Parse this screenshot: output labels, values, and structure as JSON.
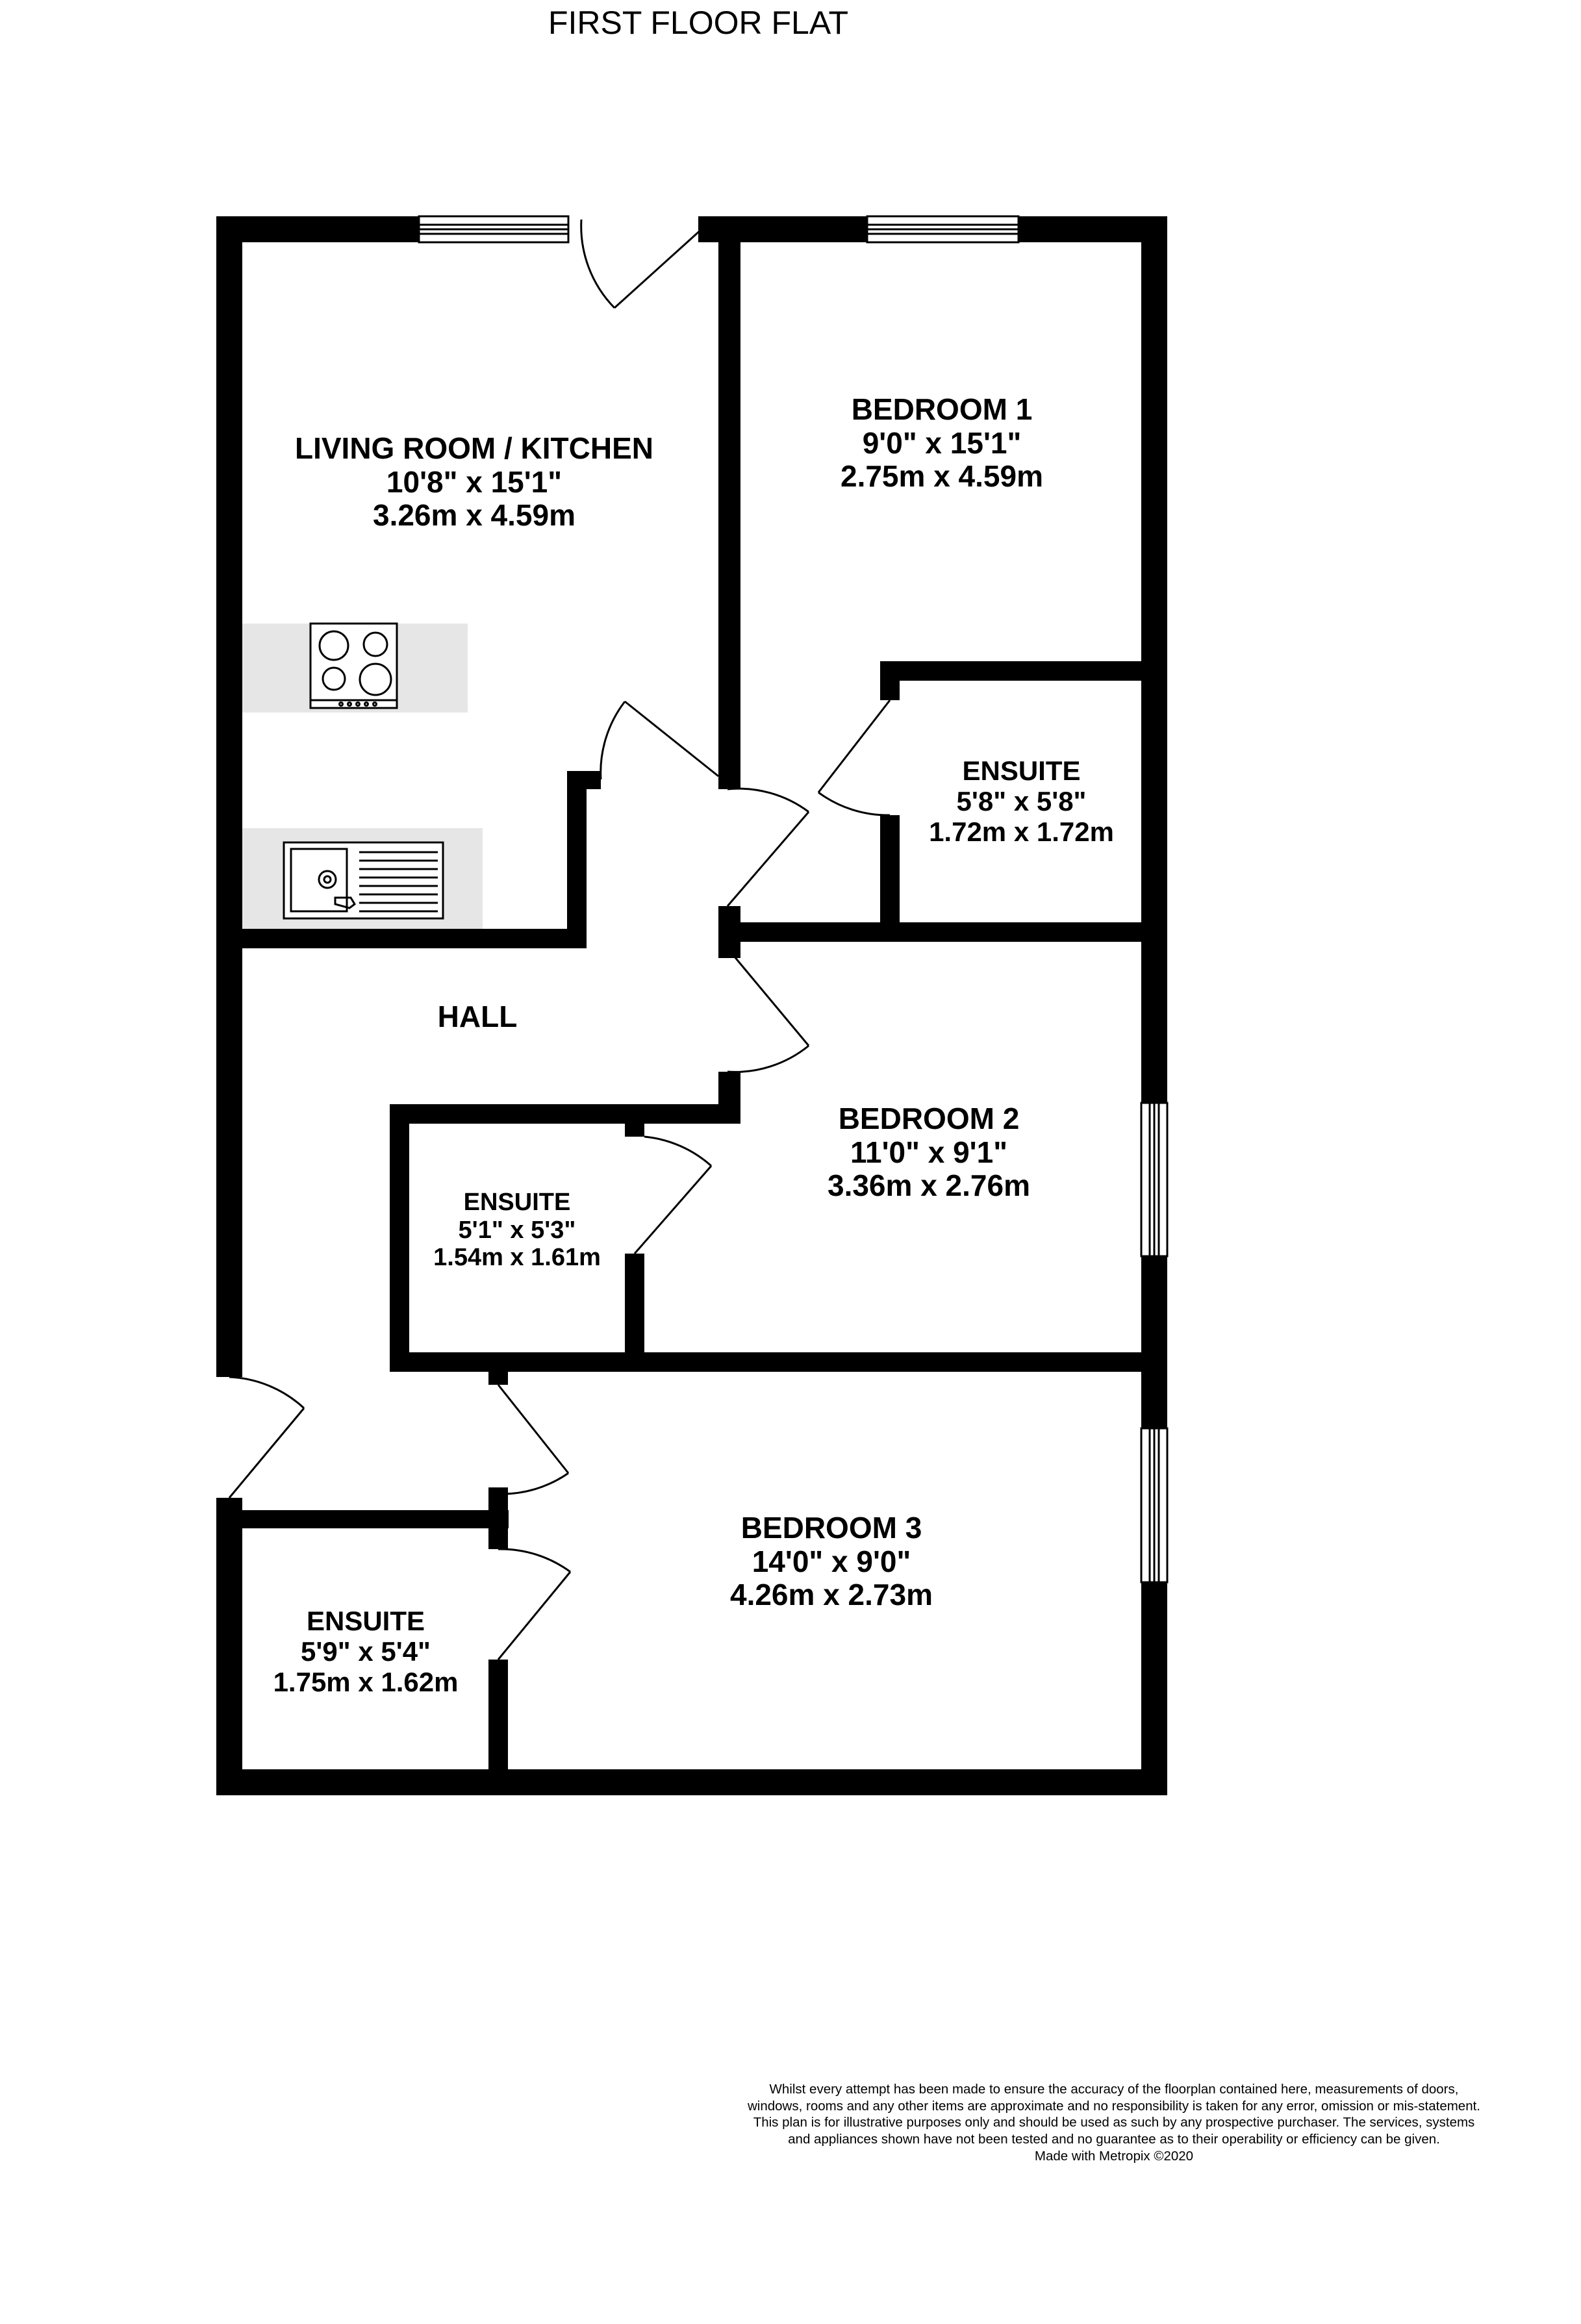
{
  "title": "FIRST FLOOR FLAT",
  "rooms": {
    "living": {
      "name": "LIVING ROOM / KITCHEN",
      "imperial": "10'8\"  x 15'1\"",
      "metric": "3.26m  x 4.59m"
    },
    "bedroom1": {
      "name": "BEDROOM 1",
      "imperial": "9'0\"  x 15'1\"",
      "metric": "2.75m  x 4.59m"
    },
    "ensuite1": {
      "name": "ENSUITE",
      "imperial": "5'8\"  x 5'8\"",
      "metric": "1.72m  x 1.72m"
    },
    "hall": {
      "name": "HALL"
    },
    "bedroom2": {
      "name": "BEDROOM 2",
      "imperial": "11'0\"  x 9'1\"",
      "metric": "3.36m  x 2.76m"
    },
    "ensuite2": {
      "name": "ENSUITE",
      "imperial": "5'1\"  x 5'3\"",
      "metric": "1.54m  x 1.61m"
    },
    "bedroom3": {
      "name": "BEDROOM 3",
      "imperial": "14'0\"  x 9'0\"",
      "metric": "4.26m  x 2.73m"
    },
    "ensuite3": {
      "name": "ENSUITE",
      "imperial": "5'9\"  x 5'4\"",
      "metric": "1.75m  x 1.62m"
    }
  },
  "disclaimer": {
    "body": "Whilst every attempt has been made to ensure the accuracy of the floorplan contained here, measurements of doors, windows, rooms and any other items are approximate and no responsibility is taken for any error, omission or mis-statement. This plan is for illustrative purposes only and should be used as such by any prospective purchaser. The services, systems and appliances shown have not been tested and no guarantee as to their operability or efficiency can be given.",
    "credit": "Made with Metropix ©2020"
  }
}
